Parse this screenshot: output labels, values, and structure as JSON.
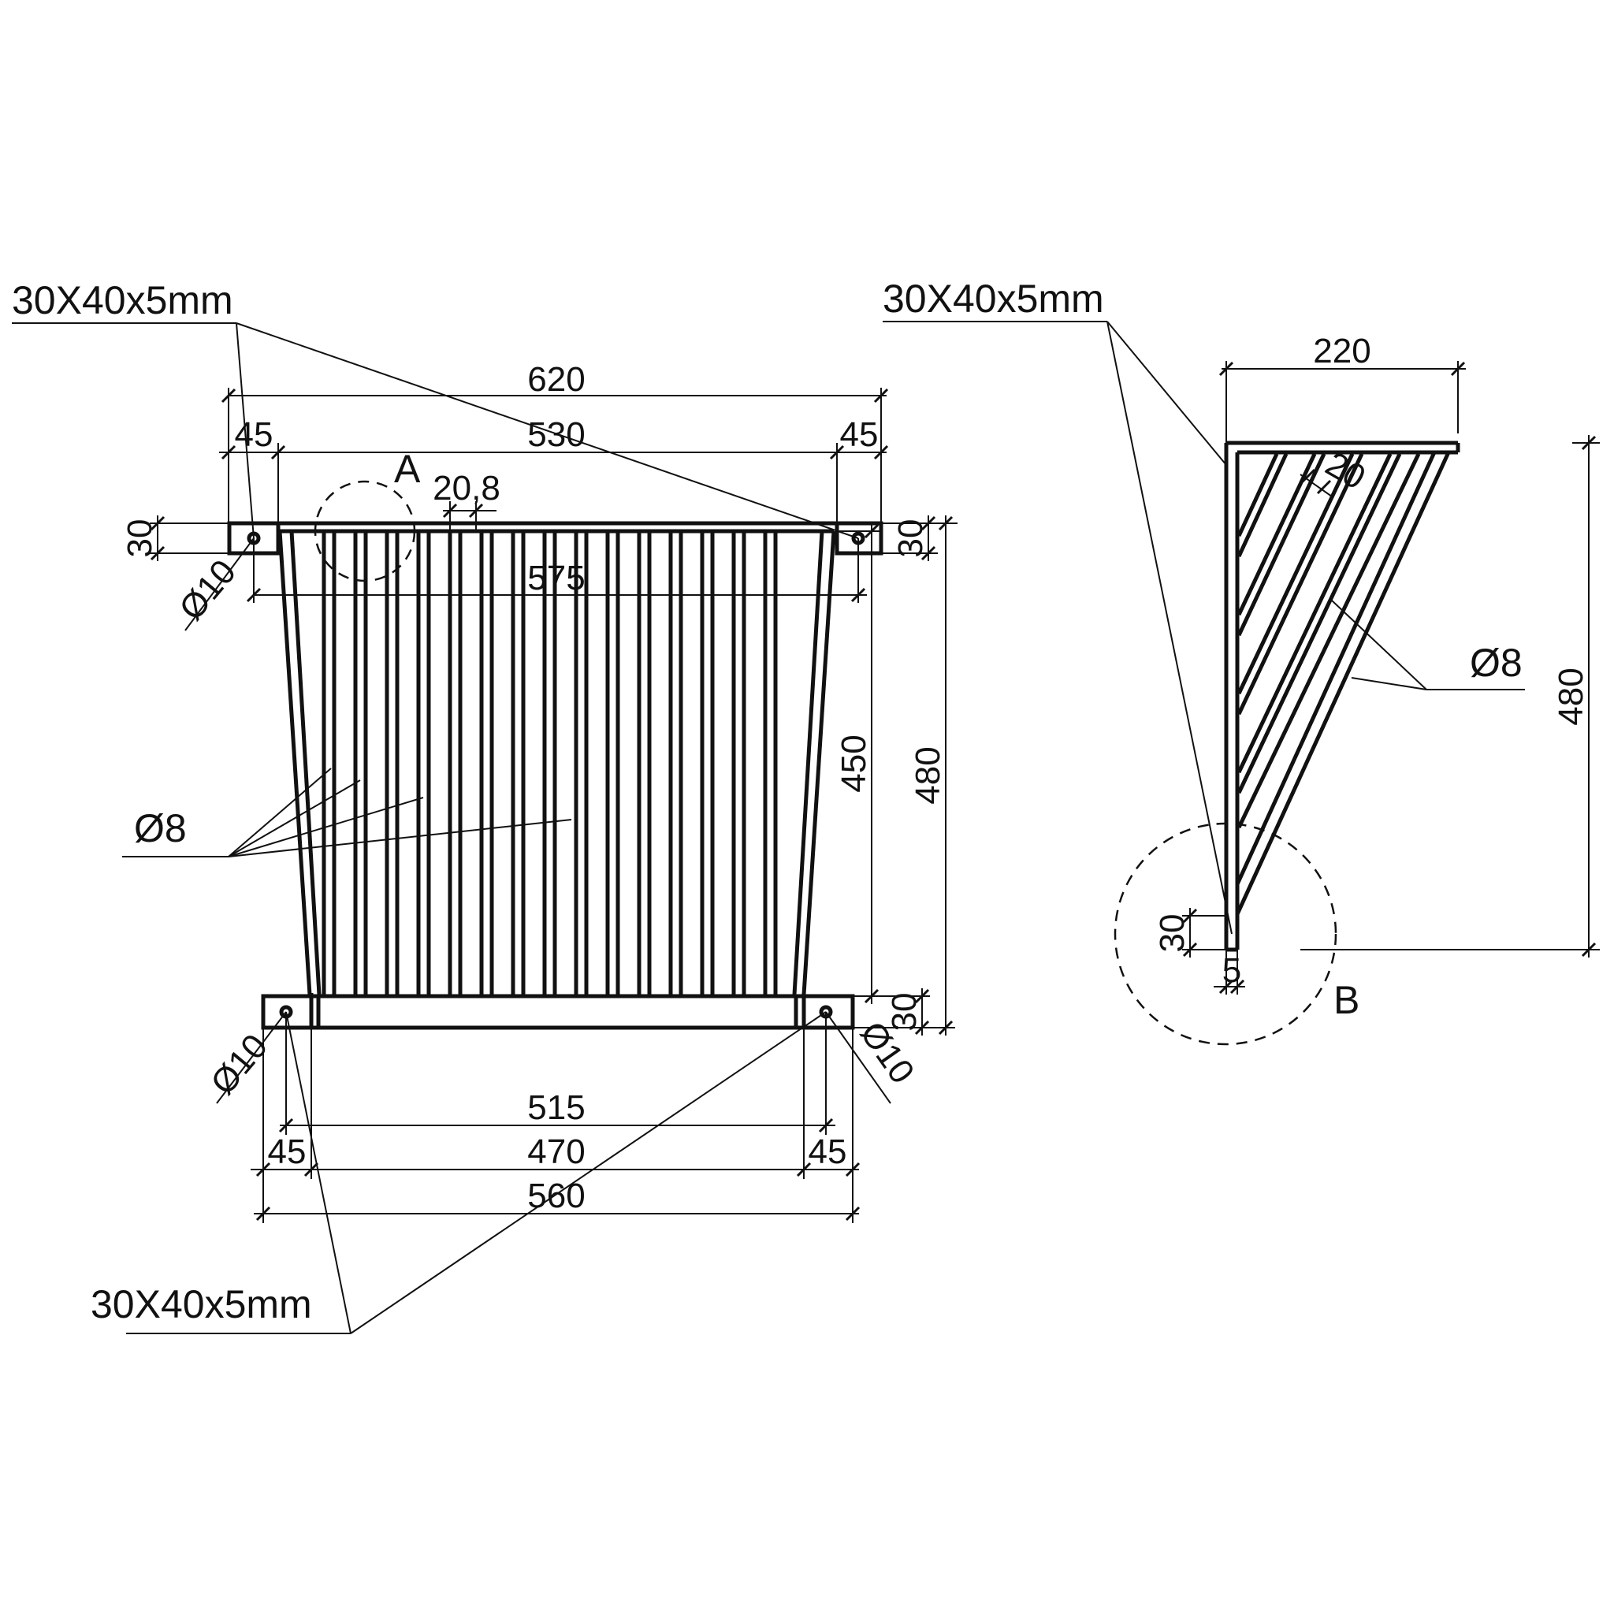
{
  "front_view": {
    "material_top": "30X40x5mm",
    "material_bottom": "30X40x5mm",
    "rod_diameter": "Ø8",
    "hole_top_left": "Ø10",
    "hole_bottom_left": "Ø10",
    "hole_bottom_right": "Ø10",
    "dims": {
      "overall_top": "620",
      "inner_top": "530",
      "top_left_offset": "45",
      "top_right_offset": "45",
      "rod_spacing": "20,8",
      "hole_centers_top": "575",
      "flange_top_left": "30",
      "flange_top_right": "30",
      "inner_height": "450",
      "overall_height": "480",
      "flange_bottom_right": "30",
      "hole_centers_bottom": "515",
      "inner_bottom": "470",
      "bottom_left_offset": "45",
      "bottom_right_offset": "45",
      "overall_bottom": "560"
    },
    "detail_label": "A"
  },
  "side_view": {
    "material": "30X40x5mm",
    "rod_diameter": "Ø8",
    "dims": {
      "depth": "220",
      "height": "480",
      "rod_spacing": "20",
      "bottom_height": "30",
      "bottom_thickness": "5"
    },
    "detail_label": "B"
  }
}
